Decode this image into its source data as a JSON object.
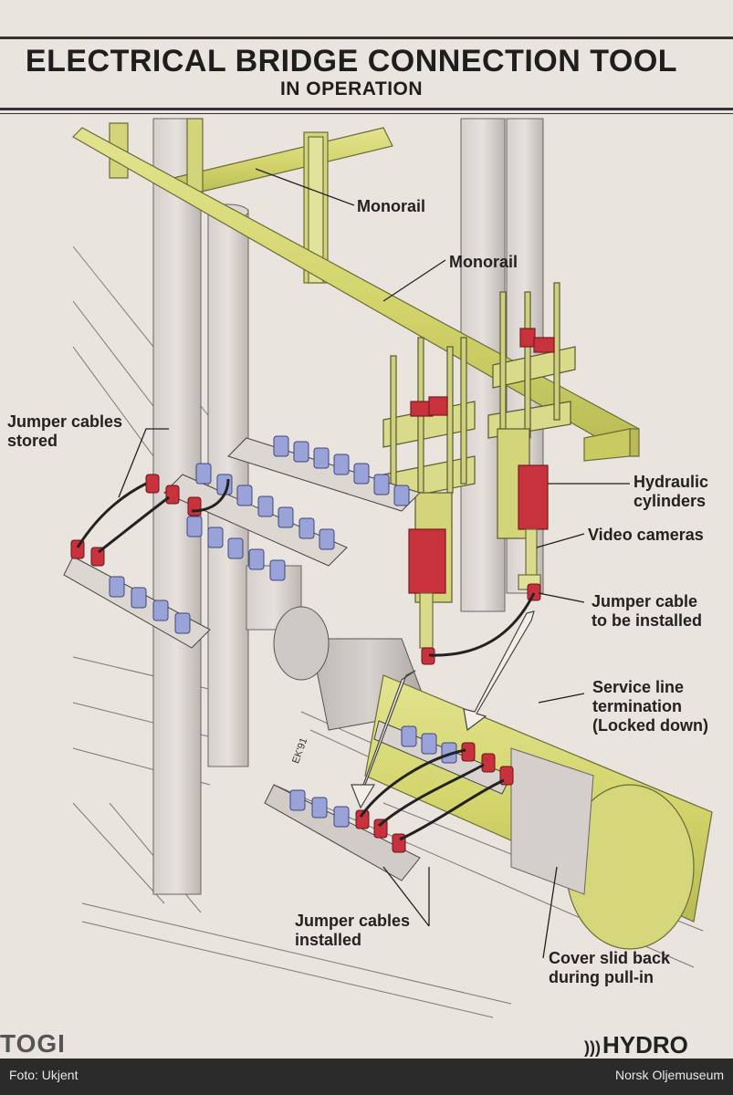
{
  "header": {
    "title": "ELECTRICAL BRIDGE CONNECTION TOOL",
    "subtitle": "IN OPERATION"
  },
  "labels": {
    "monorail_upper": "Monorail",
    "monorail_lower": "Monorail",
    "jumper_stored": "Jumper cables\nstored",
    "hydraulic": "Hydraulic\ncylinders",
    "video": "Video cameras",
    "jumper_to_install": "Jumper cable\nto be installed",
    "service_line": "Service line\ntermination\n(Locked down)",
    "jumper_installed": "Jumper cables\ninstalled",
    "cover": "Cover slid back\nduring pull-in"
  },
  "brand": {
    "left_logo": "TOGI",
    "right_logo": "HYDRO"
  },
  "footer": {
    "photo_credit": "Foto: Ukjent",
    "museum": "Norsk Oljemuseum"
  },
  "colors": {
    "paper": "#e9e4dd",
    "rail_yellow": "#d9da8a",
    "cylinder_red": "#c8323c",
    "connector_blue": "#9aa3d8",
    "structure_gray": "#cfc9c6",
    "line_dark": "#2b2b2b"
  }
}
